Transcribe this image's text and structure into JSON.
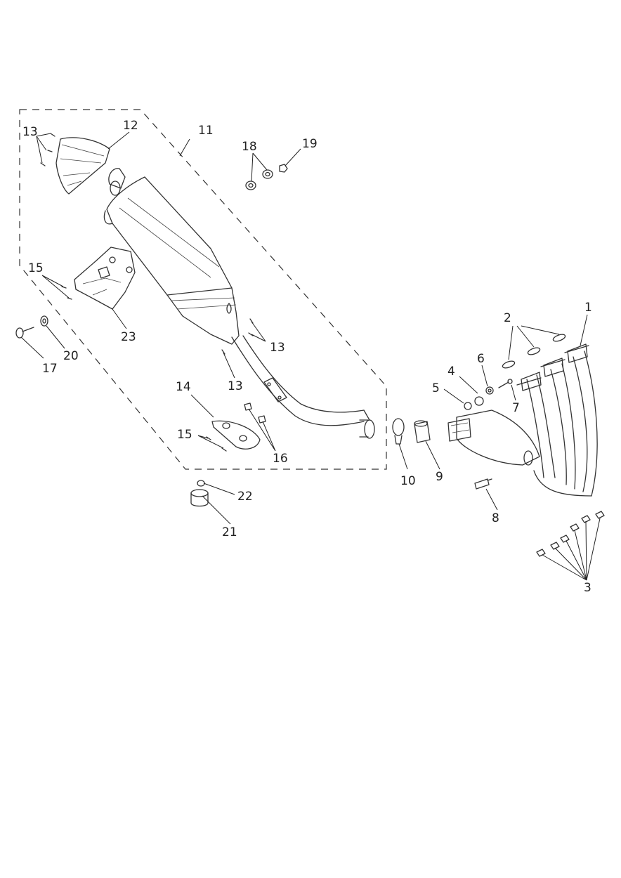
{
  "diagram": {
    "callouts": {
      "c1": "1",
      "c2": "2",
      "c3": "3",
      "c4": "4",
      "c5": "5",
      "c6": "6",
      "c7": "7",
      "c8": "8",
      "c9": "9",
      "c10": "10",
      "c11": "11",
      "c12": "12",
      "c13a": "13",
      "c13b": "13",
      "c13c": "13",
      "c14": "14",
      "c15a": "15",
      "c15b": "15",
      "c16": "16",
      "c17": "17",
      "c18": "18",
      "c19": "19",
      "c20": "20",
      "c21": "21",
      "c22": "22",
      "c23": "23"
    }
  }
}
